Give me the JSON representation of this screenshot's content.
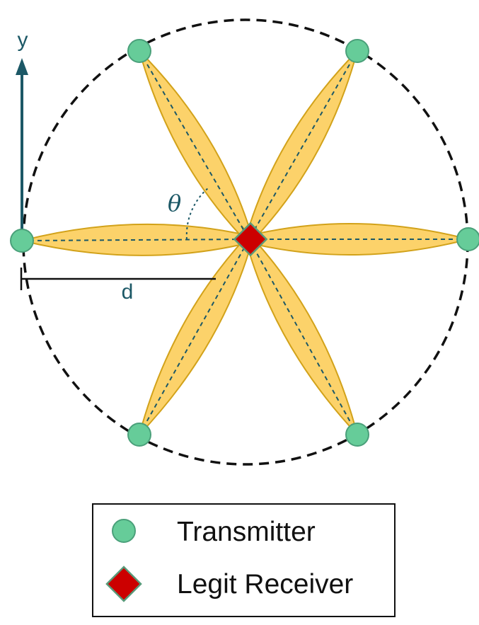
{
  "diagram": {
    "axis_label": "y",
    "angle_label": "θ",
    "distance_label": "d",
    "colors": {
      "transmitter_fill": "#66cc99",
      "transmitter_stroke": "#4aa07a",
      "receiver_fill": "#cc0000",
      "receiver_stroke": "#5a9a7a",
      "beam_fill": "#fcd26a",
      "beam_stroke": "#d2a21a",
      "axis": "#1c5866",
      "dash_line": "#1c5866",
      "circle": "#111111"
    },
    "transmitters": [
      {
        "id": "tx-top-left",
        "icon": "circle-node-icon"
      },
      {
        "id": "tx-top-right",
        "icon": "circle-node-icon"
      },
      {
        "id": "tx-left",
        "icon": "circle-node-icon"
      },
      {
        "id": "tx-right",
        "icon": "circle-node-icon"
      },
      {
        "id": "tx-bottom-left",
        "icon": "circle-node-icon"
      },
      {
        "id": "tx-bottom-right",
        "icon": "circle-node-icon"
      }
    ]
  },
  "legend": {
    "items": [
      {
        "label": "Transmitter",
        "icon": "transmitter-icon"
      },
      {
        "label": "Legit Receiver",
        "icon": "receiver-diamond-icon"
      }
    ]
  }
}
